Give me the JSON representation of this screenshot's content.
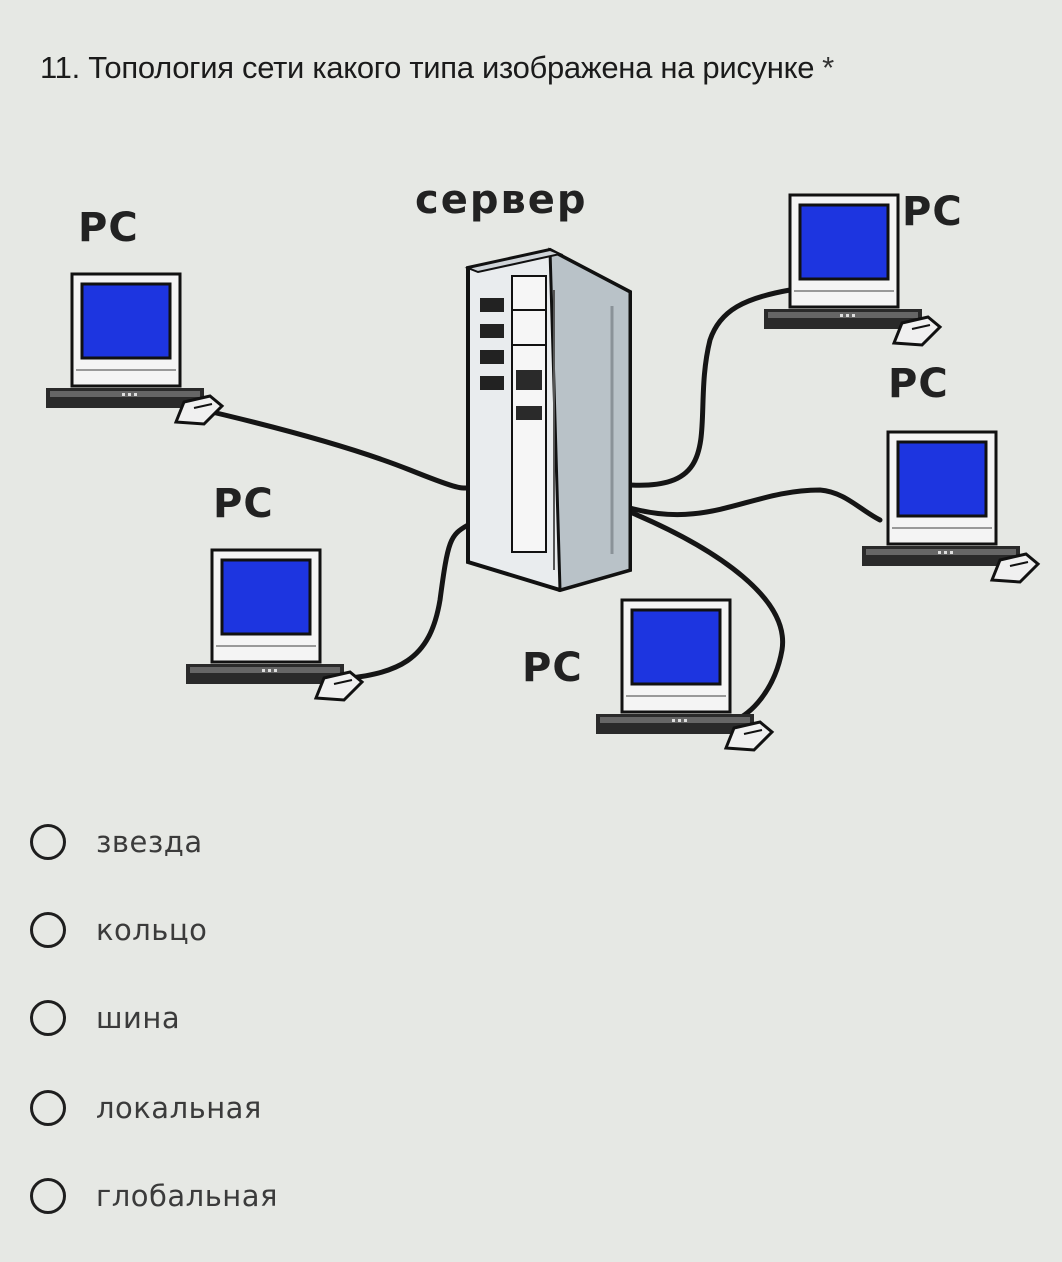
{
  "question": {
    "text": "11. Топология сети какого типа изображена на рисунке",
    "required_mark": "*"
  },
  "diagram": {
    "server_label": "сервер",
    "pc_labels": [
      "PC",
      "PC",
      "PC",
      "PC",
      "PC"
    ],
    "screen_color": "#1d35e0",
    "cable_color": "#151515"
  },
  "options": [
    {
      "label": "звезда"
    },
    {
      "label": "кольцо"
    },
    {
      "label": "шина"
    },
    {
      "label": "локальная"
    },
    {
      "label": "глобальная"
    }
  ]
}
